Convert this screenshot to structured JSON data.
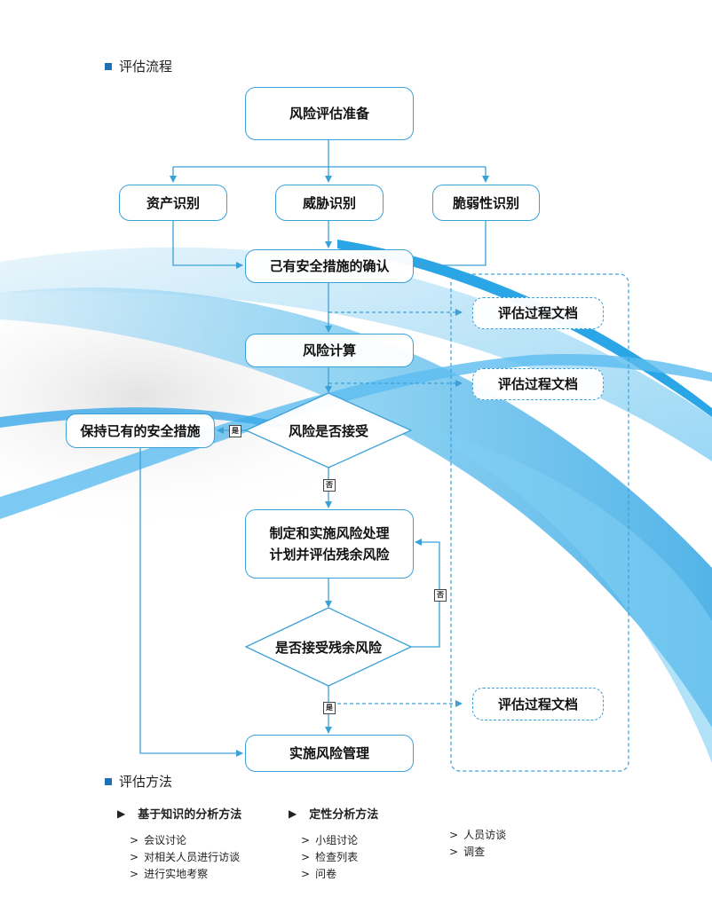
{
  "section1": {
    "title": "评估流程"
  },
  "flow": {
    "prep": "风险评估准备",
    "asset": "资产识别",
    "threat": "威胁识别",
    "vuln": "脆弱性识别",
    "confirm": "己有安全措施的确认",
    "calc": "风险计算",
    "accept": "风险是否接受",
    "keep": "保持已有的安全措施",
    "plan_line1": "制定和实施风险处理",
    "plan_line2": "计划并评估残余风险",
    "residual": "是否接受残余风险",
    "implement": "实施风险管理",
    "doc1": "评估过程文档",
    "doc2": "评估过程文档",
    "doc3": "评估过程文档",
    "yes1": "是",
    "no1": "否",
    "no2": "否",
    "yes2": "是"
  },
  "section2": {
    "title": "评估方法"
  },
  "methods": {
    "col1": {
      "title": "基于知识的分析方法",
      "items": [
        "会议讨论",
        "对相关人员进行访谈",
        "进行实地考察"
      ]
    },
    "col2": {
      "title": "定性分析方法",
      "items": [
        "小组讨论",
        "检查列表",
        "问卷"
      ]
    },
    "col3": {
      "items": [
        "人员访谈",
        "调查"
      ]
    },
    "bullet": "▶",
    "marker": ">"
  },
  "colors": {
    "accent": "#3aa0d8",
    "square": "#1f6fb5",
    "swoosh": "#1a9be0"
  }
}
